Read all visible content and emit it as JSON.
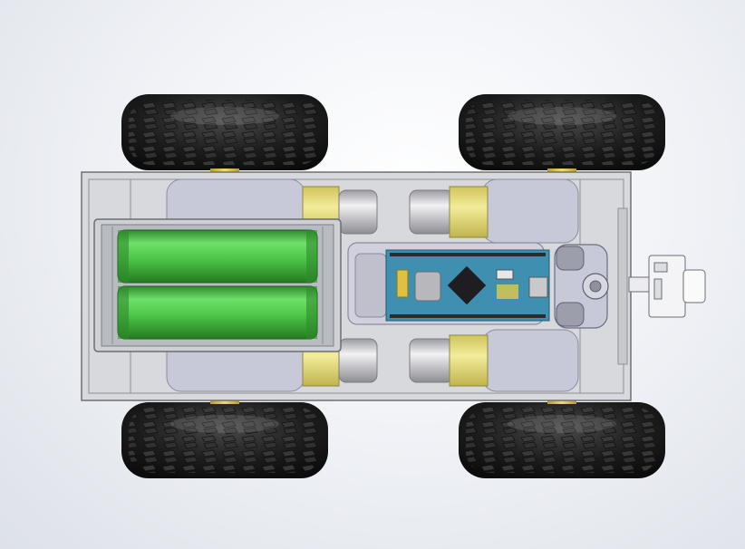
{
  "viewport": {
    "background_top": "#ffffff",
    "background_bottom": "#dde1e8"
  },
  "model": {
    "parts": [
      "chassis-plate",
      "wheel-front-left",
      "wheel-front-right",
      "wheel-rear-left",
      "wheel-rear-right",
      "motor-front-left",
      "motor-front-right",
      "motor-rear-left",
      "motor-rear-right",
      "battery-holder",
      "battery-cell-1",
      "battery-cell-2",
      "microcontroller-board",
      "caster-bracket",
      "ultrasonic-sensor-mount"
    ]
  },
  "colors": {
    "tire": "#1b1b1b",
    "tire_tread": "#3a3a3a",
    "chassis": "#d6d8dc",
    "chassis_edge": "#7a7c80",
    "motor_gear": "#e8df7a",
    "motor_can": "#c9c9cc",
    "battery": "#5fd15c",
    "battery_dark": "#2f8a2c",
    "pcb": "#3f8fb0",
    "pcb_dark": "#2b6c88",
    "mount": "#c8c9d6"
  }
}
